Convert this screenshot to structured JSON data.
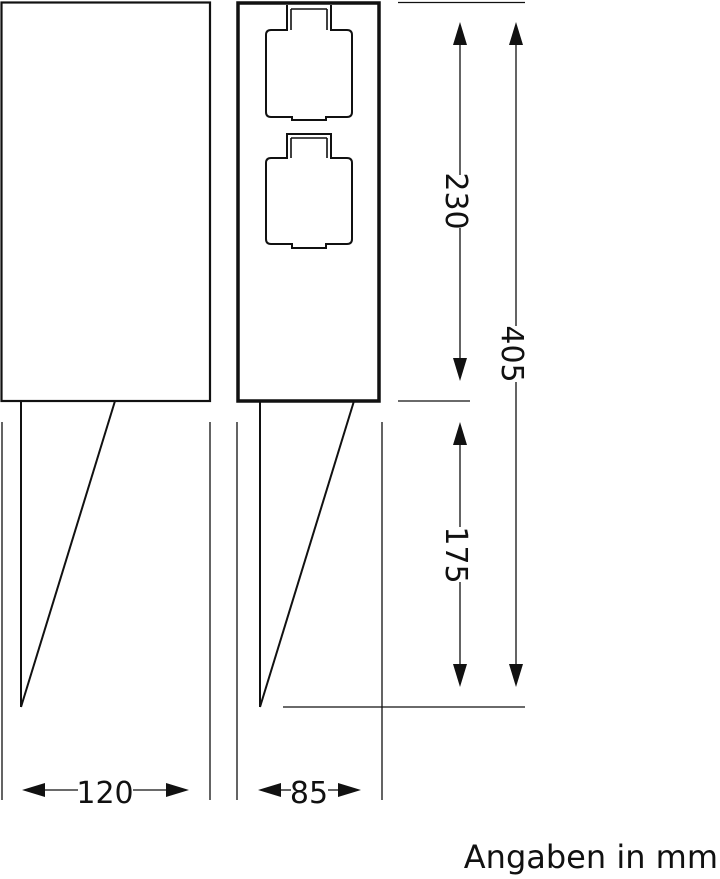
{
  "drawing": {
    "units_note": "Angaben in mm",
    "colors": {
      "line": "#111111",
      "background": "#ffffff"
    },
    "views": [
      {
        "name": "side-view",
        "body_height": 230,
        "stake_height": 175
      },
      {
        "name": "front-view",
        "sockets": 2
      }
    ],
    "dimensions": {
      "body_height": "230",
      "total_height": "405",
      "stake_height": "175",
      "side_width": "120",
      "front_width": "85"
    }
  }
}
